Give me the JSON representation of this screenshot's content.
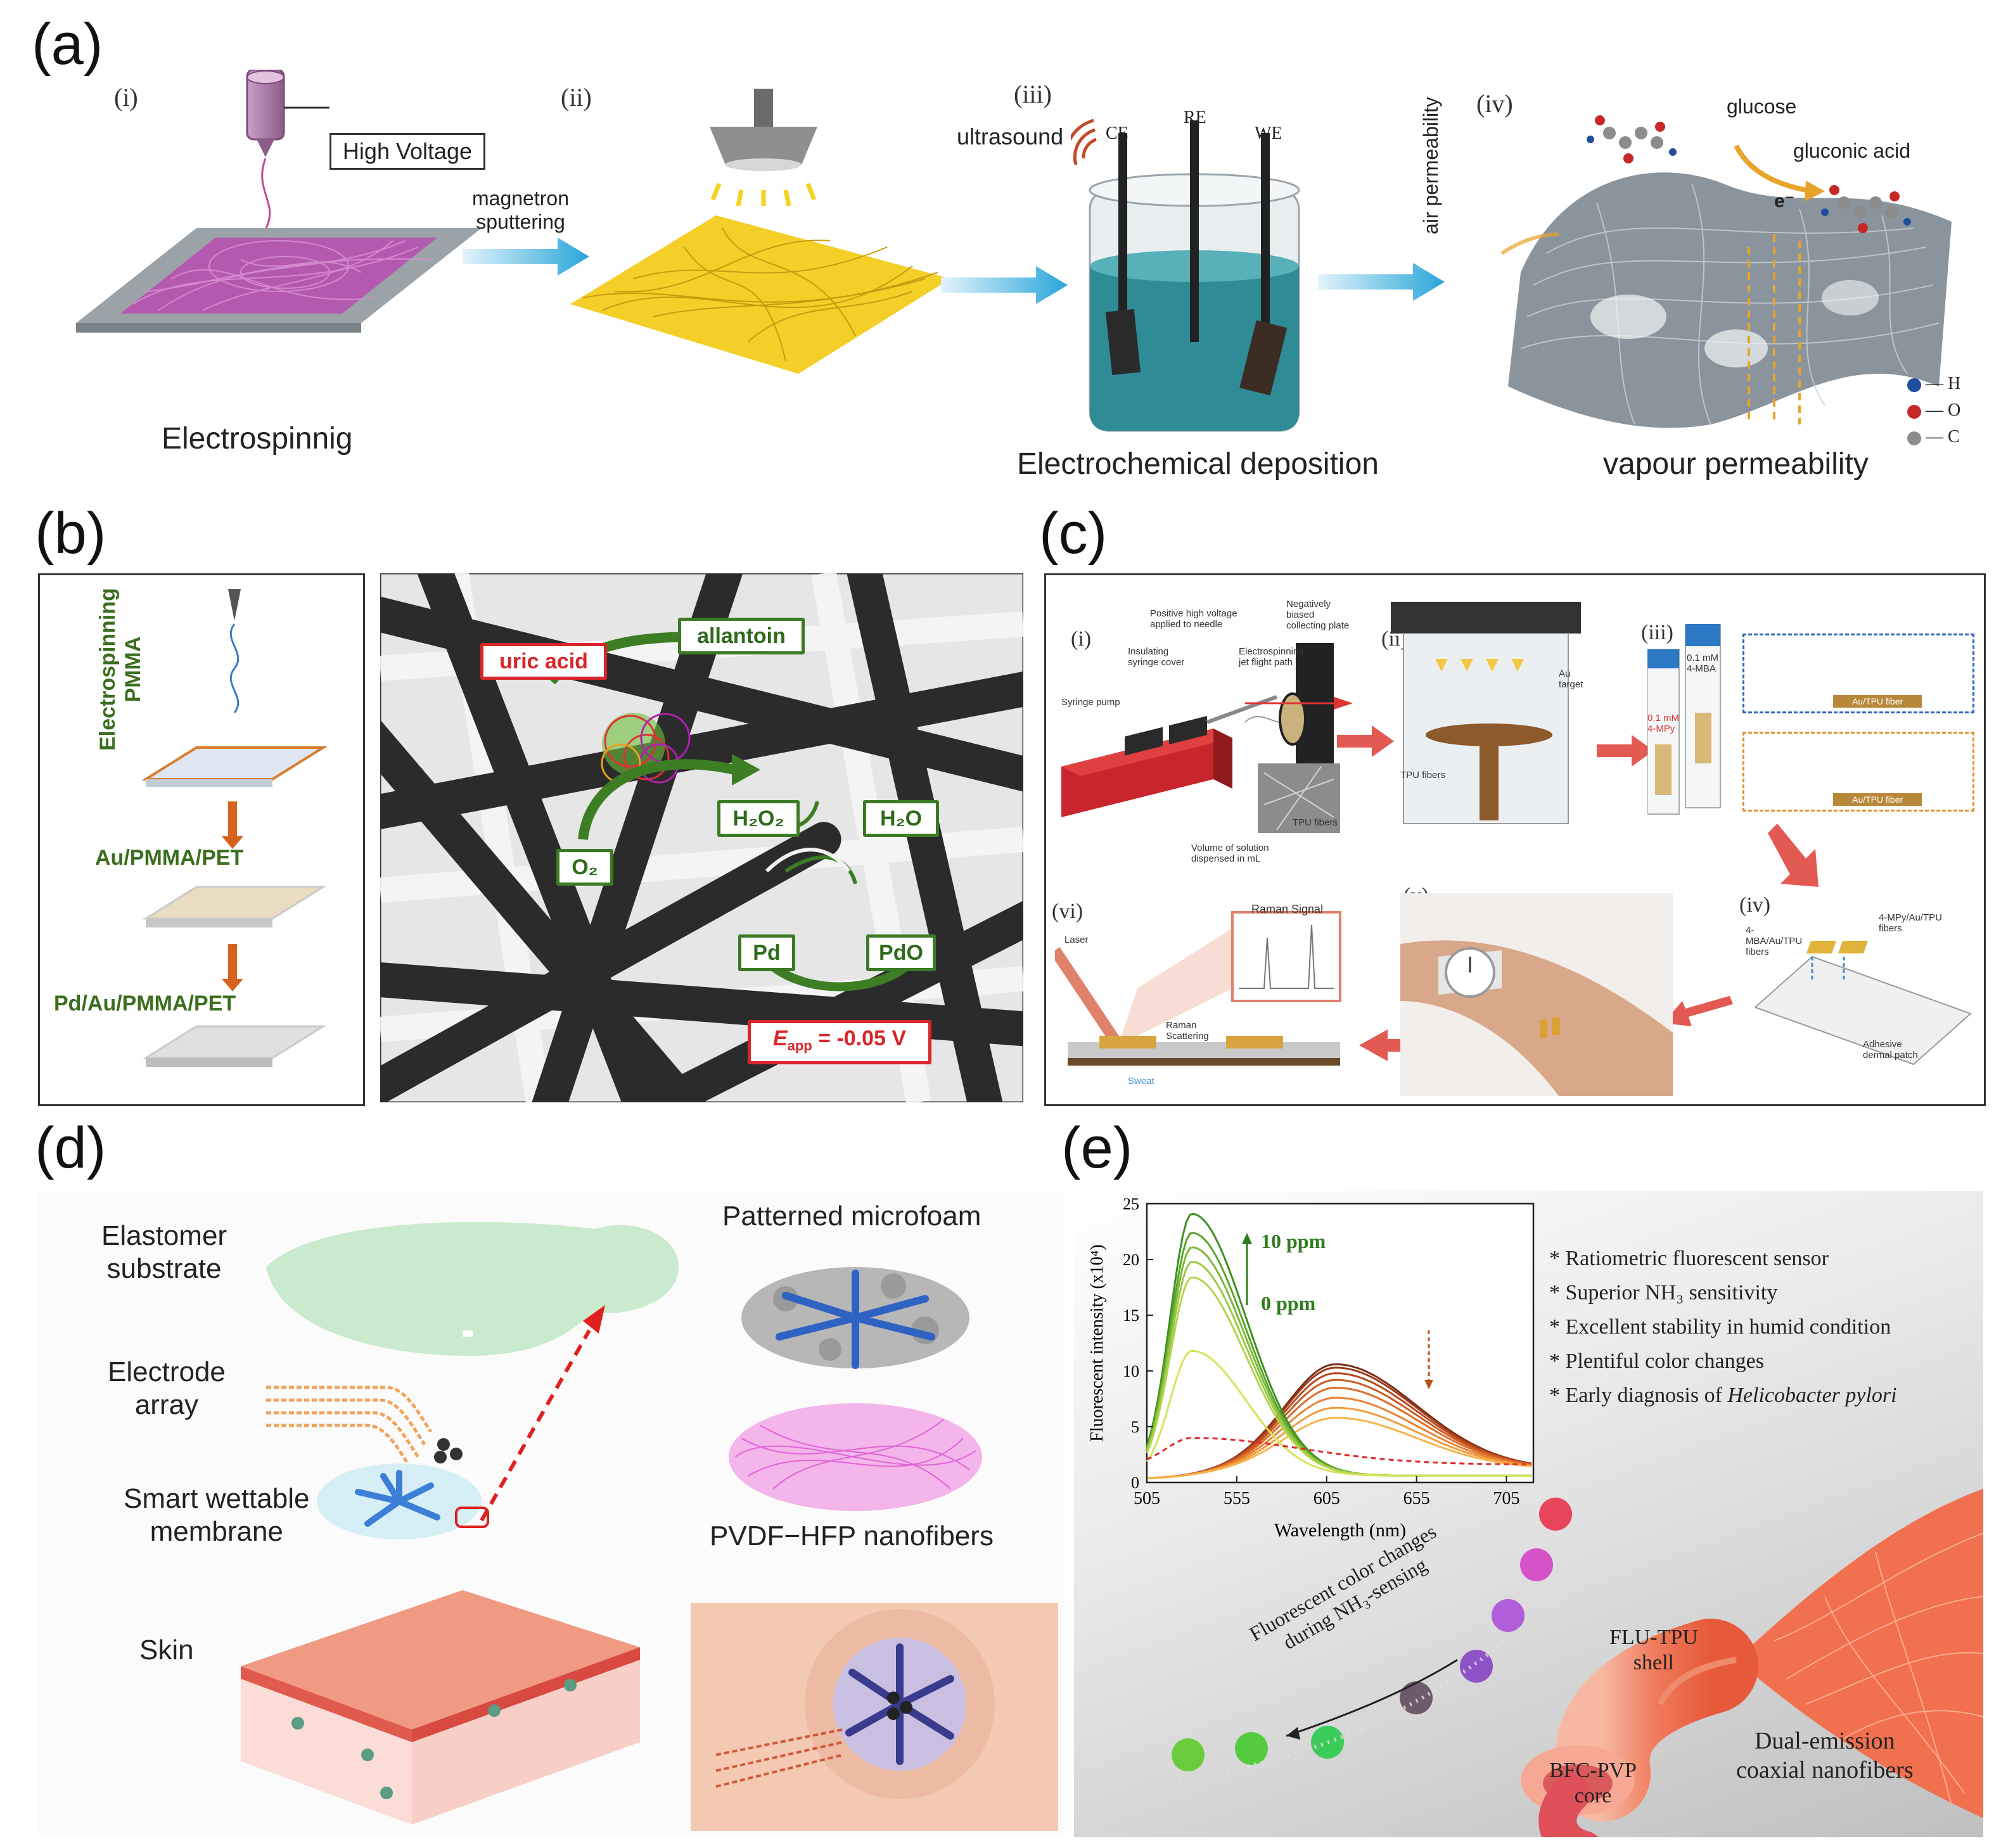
{
  "panels": {
    "a": {
      "letter": "(a)",
      "steps": [
        "(i)",
        "(ii)",
        "(iii)",
        "(iv)"
      ],
      "high_voltage": "High Voltage",
      "arrow1_label_line1": "magnetron",
      "arrow1_label_line2": "sputtering",
      "electrospinning": "Electrospinnig",
      "ultrasound": "ultrasound",
      "electrodes": [
        "CE",
        "RE",
        "WE"
      ],
      "electrochemical": "Electrochemical deposition",
      "glucose": "glucose",
      "gluconic": "gluconic acid",
      "electron": "e⁻",
      "air": "air permeability",
      "vapour": "vapour permeability",
      "legend": [
        "H",
        "O",
        "C"
      ],
      "colors": {
        "H": "#1f4e9c",
        "O": "#c62828",
        "C": "#8c8c8c"
      }
    },
    "b": {
      "letter": "(b)",
      "electrospinning_line1": "Electrospinning",
      "electrospinning_line2": "PMMA",
      "layer1": "Au/PMMA/PET",
      "layer2": "Pd/Au/PMMA/PET",
      "uric": "uric acid",
      "allantoin": "allantoin",
      "h2o2": "H₂O₂",
      "h2o": "H₂O",
      "o2": "O₂",
      "pd": "Pd",
      "pdo": "PdO",
      "eapp_e": "E",
      "eapp_sub": "app",
      "eapp_val": " = -0.05 V"
    },
    "c": {
      "letter": "(c)",
      "steps": [
        "(i)",
        "(ii)",
        "(iii)",
        "(iv)",
        "(v)",
        "(vi)"
      ],
      "labels_i": [
        "Positive high voltage applied to needle",
        "Negatively biased collecting plate",
        "Insulating syringe cover",
        "Electrospinning jet flight path",
        "Syringe pump",
        "TPU fibers",
        "Volume of solution dispensed in mL"
      ],
      "labels_ii": [
        "Au target",
        "TPU fibers"
      ],
      "labels_iii": [
        "0.1 mM 4-MPy",
        "0.1 mM 4-MBA",
        "Au/TPU fiber",
        "Au/TPU fiber"
      ],
      "labels_iv": [
        "4-MBA/Au/TPU fibers",
        "4-MPy/Au/TPU fibers",
        "Adhesive dermal patch"
      ],
      "labels_vi": [
        "Raman Signal",
        "Laser",
        "Raman Scattering",
        "Sweat"
      ]
    },
    "d": {
      "letter": "(d)",
      "elastomer_line1": "Elastomer",
      "elastomer_line2": "substrate",
      "electrode_line1": "Electrode",
      "electrode_line2": "array",
      "membrane_line1": "Smart wettable",
      "membrane_line2": "membrane",
      "skin": "Skin",
      "microfoam": "Patterned microfoam",
      "pvdf": "PVDF−HFP nanofibers"
    },
    "e": {
      "letter": "(e)",
      "bullets": [
        "*  Ratiometric fluorescent sensor",
        "*  Superior NH₃ sensitivity",
        "*  Excellent stability in humid condition",
        "*  Plentiful color changes",
        "*  Early diagnosis of "
      ],
      "bullet_italic": "Helicobacter pylori",
      "flu_line1": "FLU-TPU",
      "flu_line2": "shell",
      "bfc_line1": "BFC-PVP",
      "bfc_line2": "core",
      "dual_line1": "Dual-emission",
      "dual_line2": "coaxial nanofibers",
      "color_change_line1": "Fluorescent color changes",
      "color_change_line2": "during NH₃-sensing"
    }
  },
  "chart_data": {
    "type": "line",
    "xlabel": "Wavelength (nm)",
    "ylabel": "Fluorescent intensity (x10⁴)",
    "xlim": [
      505,
      720
    ],
    "ylim": [
      0,
      25
    ],
    "xticks": [
      505,
      555,
      605,
      655,
      705
    ],
    "yticks": [
      0,
      5,
      10,
      15,
      20,
      25
    ],
    "annotation_top": "10 ppm",
    "annotation_bottom": "0 ppm",
    "green_peaks": [
      23.5,
      21.8,
      20.5,
      19.2,
      17.8,
      11.2
    ],
    "orange_peaks": [
      9.4,
      9.1,
      8.6,
      8.0,
      7.3,
      6.4,
      5.5,
      4.6
    ],
    "green_peak_x": 530,
    "orange_peak_x": 610,
    "green_colors": [
      "#3e8e1f",
      "#5aa52a",
      "#7bb83b",
      "#9cc943",
      "#b3d34a",
      "#d6e35a"
    ],
    "orange_colors": [
      "#7a2e17",
      "#9b3a1a",
      "#b8481d",
      "#cc5a22",
      "#dd6d29",
      "#e98233",
      "#f19b3f",
      "#f6b34b"
    ]
  }
}
